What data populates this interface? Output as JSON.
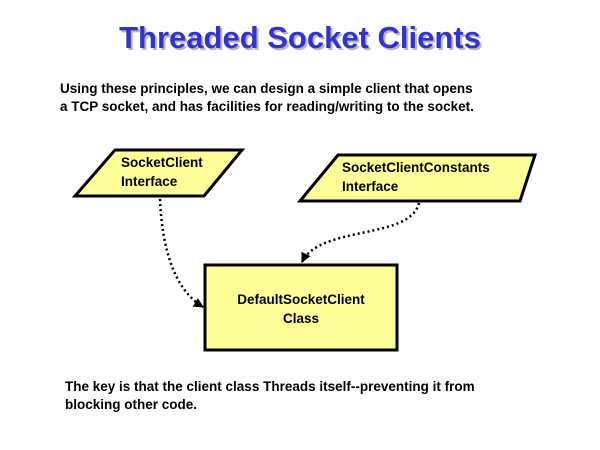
{
  "title": "Threaded Socket Clients",
  "intro": [
    "Using these principles, we can design a simple client that opens",
    "a TCP socket, and has facilities for reading/writing to the socket."
  ],
  "nodes": {
    "socket_client": {
      "name": "SocketClient",
      "kind": "Interface"
    },
    "socket_client_constants": {
      "name": "SocketClientConstants",
      "kind": "Interface"
    },
    "default_socket_client": {
      "name": "DefaultSocketClient",
      "kind": "Class"
    }
  },
  "footer": [
    "The key is that the client class Threads itself--preventing it from",
    "blocking other code."
  ],
  "colors": {
    "title": "#3333cc",
    "node_fill": "#ffff99",
    "stroke": "#000000"
  }
}
